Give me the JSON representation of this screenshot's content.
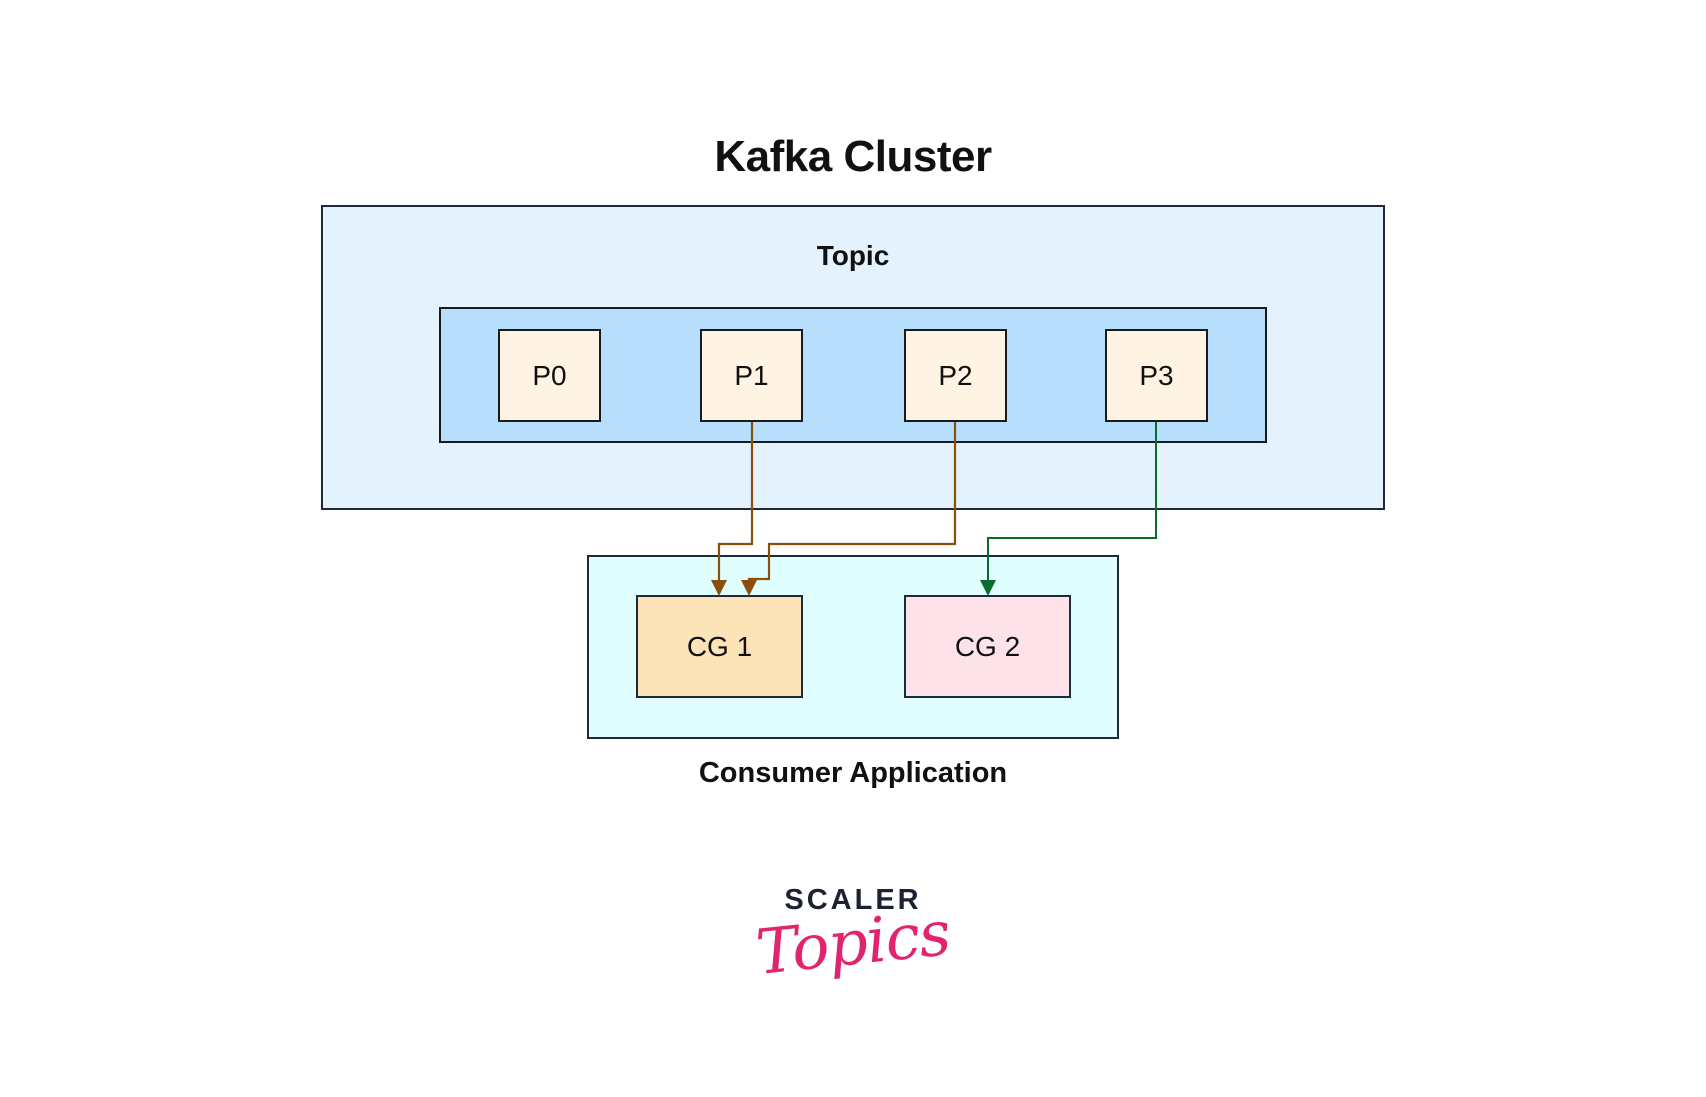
{
  "title": "Kafka Cluster",
  "cluster": {
    "topic_label": "Topic",
    "partitions": [
      {
        "id": "P0"
      },
      {
        "id": "P1"
      },
      {
        "id": "P2"
      },
      {
        "id": "P3"
      }
    ]
  },
  "consumer_application": {
    "label": "Consumer Application",
    "groups": [
      {
        "id": "CG 1",
        "fill": "#fde3b8"
      },
      {
        "id": "CG 2",
        "fill": "#fde3e9"
      }
    ]
  },
  "connections": [
    {
      "from": "P1",
      "to": "CG 1",
      "color": "#8b4f0b"
    },
    {
      "from": "P2",
      "to": "CG 1",
      "color": "#8b4f0b"
    },
    {
      "from": "P3",
      "to": "CG 2",
      "color": "#0b6b2b"
    }
  ],
  "colors": {
    "cluster_fill": "#e3f2fd",
    "topic_fill": "#b8defd",
    "partition_fill": "#fff3e3",
    "consumer_app_fill": "#e0fefe",
    "logo_dark": "#1b2232",
    "logo_pink": "#e0256e"
  },
  "logo": {
    "line1": "SCALER",
    "line2": "Topics"
  }
}
